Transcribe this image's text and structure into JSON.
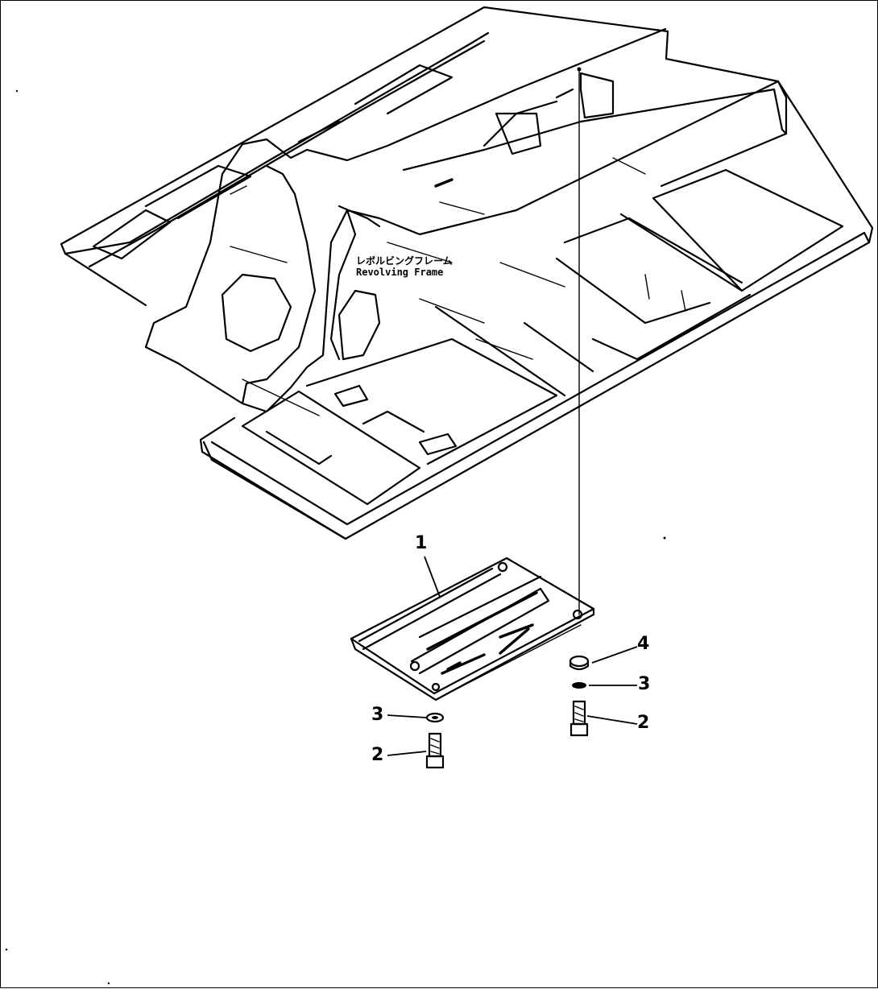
{
  "diagram": {
    "frame_label": {
      "japanese": "レボルビングフレーム",
      "english": "Revolving Frame"
    },
    "callouts": [
      {
        "id": "callout-1",
        "text": "1"
      },
      {
        "id": "callout-2-left",
        "text": "2"
      },
      {
        "id": "callout-2-right",
        "text": "2"
      },
      {
        "id": "callout-3-left",
        "text": "3"
      },
      {
        "id": "callout-3-right",
        "text": "3"
      },
      {
        "id": "callout-4",
        "text": "4"
      }
    ]
  }
}
